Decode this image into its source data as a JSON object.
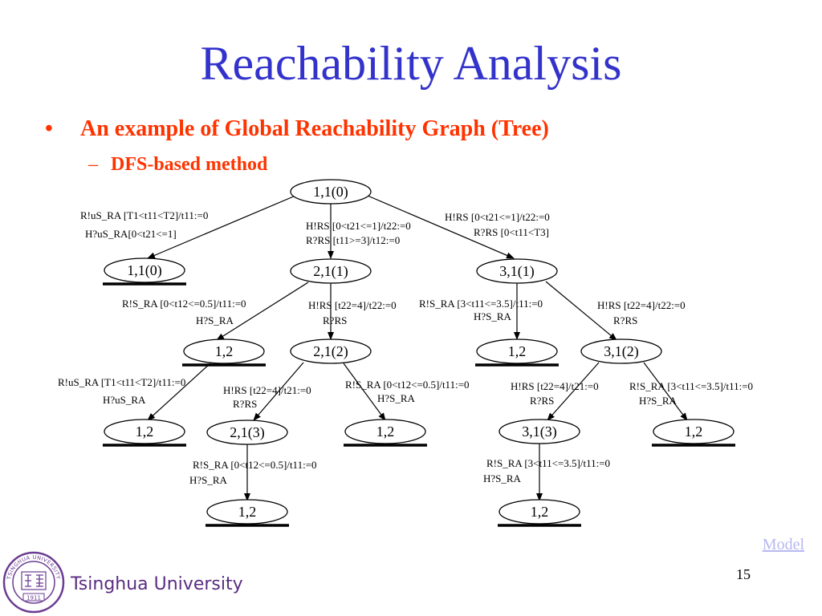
{
  "slide": {
    "title": "Reachability Analysis",
    "bullet": "An example of Global Reachability Graph (Tree)",
    "sub_bullet": "DFS-based method",
    "link": "Model",
    "page_number": "15",
    "university": "Tsinghua University",
    "logo": {
      "top_text": "TSINGHUA UNIVERSITY",
      "year": "1911"
    }
  },
  "colors": {
    "title": "#3333cc",
    "bullet": "#ff3300",
    "link": "#b8b8f0",
    "university": "#5a2d82"
  },
  "tree": {
    "nodes": {
      "root": "1,1(0)",
      "a1": "1,1(0)",
      "b1": "2,1(1)",
      "c1": "3,1(1)",
      "a2": "1,2",
      "b2": "2,1(2)",
      "c2a": "1,2",
      "c2b": "3,1(2)",
      "a3": "1,2",
      "b3a": "2,1(3)",
      "b3b": "1,2",
      "c3a": "3,1(3)",
      "c3b": "1,2",
      "b4": "1,2",
      "c4": "1,2"
    },
    "edge_labels": {
      "root_a1_1": "R!uS_RA [T1<t11<T2]/t11:=0",
      "root_a1_2": "H?uS_RA[0<t21<=1]",
      "root_b1_1": "H!RS [0<t21<=1]/t22:=0",
      "root_b1_2": "R?RS [t11>=3]/t12:=0",
      "root_c1_1": "H!RS [0<t21<=1]/t22:=0",
      "root_c1_2": "R?RS [0<t11<T3]",
      "b1_a2_1": "R!S_RA [0<t12<=0.5]/t11:=0",
      "b1_a2_2": "H?S_RA",
      "b1_b2_1": "H!RS [t22=4]/t22:=0",
      "b1_b2_2": "R?RS",
      "c1_c2a_1": "R!S_RA [3<t11<=3.5]/t11:=0",
      "c1_c2a_2": "H?S_RA",
      "c1_c2b_1": "H!RS [t22=4]/t22:=0",
      "c1_c2b_2": "R?RS",
      "a2_a3_1": "R!uS_RA [T1<t11<T2]/t11:=0",
      "a2_a3_2": "H?uS_RA",
      "b2_b3a_1": "H!RS [t22=4]/t21:=0",
      "b2_b3a_2": "R?RS",
      "b2_b3b_1": "R!S_RA [0<t12<=0.5]/t11:=0",
      "b2_b3b_2": "H?S_RA",
      "c2b_c3a_1": "H!RS [t22=4]/t21:=0",
      "c2b_c3a_2": "R?RS",
      "c2b_c3b_1": "R!S_RA [3<t11<=3.5]/t11:=0",
      "c2b_c3b_2": "H?S_RA",
      "b3a_b4_1": "R!S_RA [0<t12<=0.5]/t11:=0",
      "b3a_b4_2": "H?S_RA",
      "c3a_c4_1": "R!S_RA [3<t11<=3.5]/t11:=0",
      "c3a_c4_2": "H?S_RA"
    }
  }
}
